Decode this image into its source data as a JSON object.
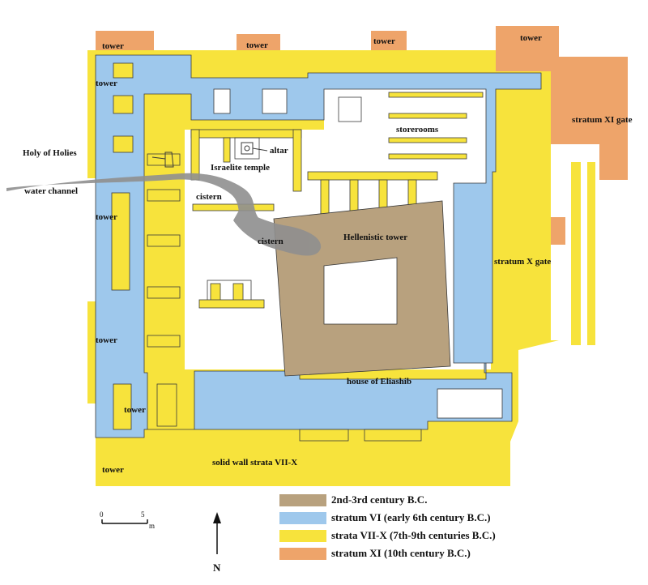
{
  "colors": {
    "hellenistic": "#b8a17e",
    "stratum_vi": "#9ec8ec",
    "strata_vii_x": "#f7e33c",
    "stratum_xi": "#eea46a",
    "channel": "#8f8f8f",
    "line": "#3a3a3a"
  },
  "labels": {
    "tower_top_left": "tower",
    "tower_top_mid": "tower",
    "tower_top_center": "tower",
    "tower_top_right": "tower",
    "tower_upper_left": "tower",
    "tower_left_mid": "tower",
    "tower_left_lower": "tower",
    "tower_bottom_left_inner": "tower",
    "tower_bottom_left": "tower",
    "holy_of_holies": "Holy of Holies",
    "altar": "altar",
    "israelite_temple": "Israelite temple",
    "water_channel": "water channel",
    "cistern_upper": "cistern",
    "cistern_lower": "cistern",
    "hellenistic_tower": "Hellenistic tower",
    "storerooms": "storerooms",
    "stratum_xi_gate": "stratum XI gate",
    "stratum_x_gate": "stratum X gate",
    "house_of_eliashib": "house of Eliashib",
    "solid_wall": "solid wall strata VII-X"
  },
  "legend": [
    {
      "key": "hellenistic",
      "text": "2nd-3rd century B.C."
    },
    {
      "key": "stratum_vi",
      "text": "stratum VI (early 6th century B.C.)"
    },
    {
      "key": "strata_vii_x",
      "text": "strata VII-X (7th-9th centuries B.C.)"
    },
    {
      "key": "stratum_xi",
      "text": "stratum XI (10th century B.C.)"
    }
  ],
  "scale": {
    "zero": "0",
    "five": "5",
    "unit": "m"
  },
  "north": "N"
}
